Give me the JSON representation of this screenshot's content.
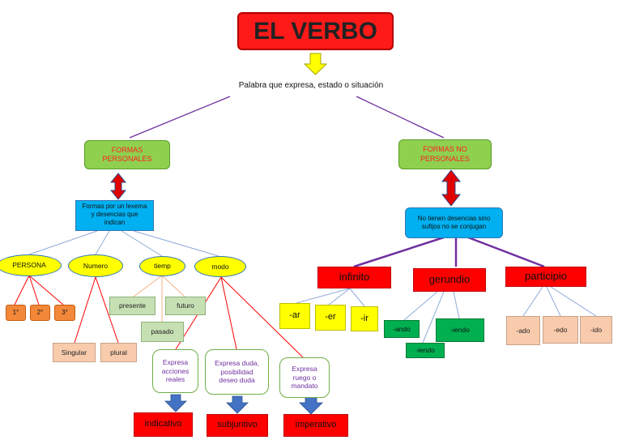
{
  "title": "EL VERBO",
  "definition": "Palabra que expresa, estado o situación",
  "left": {
    "branch": "FORMAS PERSONALES",
    "description": "Formas por un lexema y desencias que indican",
    "persona": {
      "label": "PERSONA",
      "items": [
        "1°",
        "2°",
        "3°"
      ]
    },
    "numero": {
      "label": "Numero",
      "items": [
        "Singular",
        "plural"
      ]
    },
    "tiempo": {
      "label": "tiemp",
      "items": [
        "presente",
        "futuro",
        "pasado"
      ]
    },
    "modo": {
      "label": "modo",
      "items": [
        {
          "desc": "Expresa acciones reales",
          "name": "indicativo"
        },
        {
          "desc": "Expresa duda, posibilidad deseo duda",
          "name": "subjuntivo"
        },
        {
          "desc": "Expresa ruego o mandato",
          "name": "imperativo"
        }
      ]
    }
  },
  "right": {
    "branch": "FORMAS NO PERSONALES",
    "description": "No tienen desencias sino sufijos no se conjugan",
    "infinito": {
      "label": "infinito",
      "items": [
        "-ar",
        "-er",
        "-ir"
      ]
    },
    "gerundio": {
      "label": "gerundio",
      "items": [
        "-ando",
        "-iendo",
        "-iendo"
      ]
    },
    "participio": {
      "label": "participio",
      "items": [
        "-ado",
        "-edo",
        "-ido"
      ]
    }
  },
  "colors": {
    "title_fill": "#ff1a1a",
    "branch_fill": "#8fd14f",
    "description_fill": "#00b0f0",
    "oval_fill": "#ffff00",
    "connector_purple": "#7030a0",
    "connector_blue": "#8faadc",
    "connector_red": "#ff0000",
    "arrow_yellow": "#ffff00",
    "arrow_red": "#e00000",
    "arrow_blue": "#4472c4"
  },
  "icons": [
    "down-arrow-icon",
    "double-arrow-icon"
  ]
}
